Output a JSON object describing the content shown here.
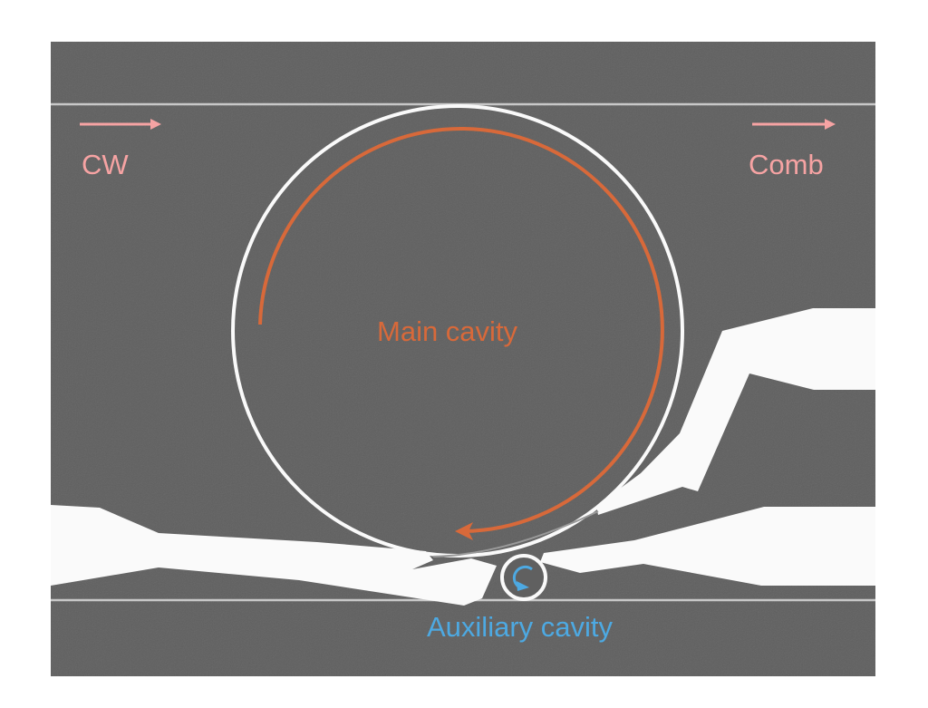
{
  "labels": {
    "cw": "CW",
    "comb": "Comb",
    "main_cavity": "Main cavity",
    "auxiliary_cavity": "Auxiliary cavity"
  },
  "colors": {
    "background": "#606060",
    "structure": "#fafafa",
    "label_pink": "#f6a3a3",
    "main_orange": "#d8693a",
    "aux_blue": "#4da9e2"
  }
}
